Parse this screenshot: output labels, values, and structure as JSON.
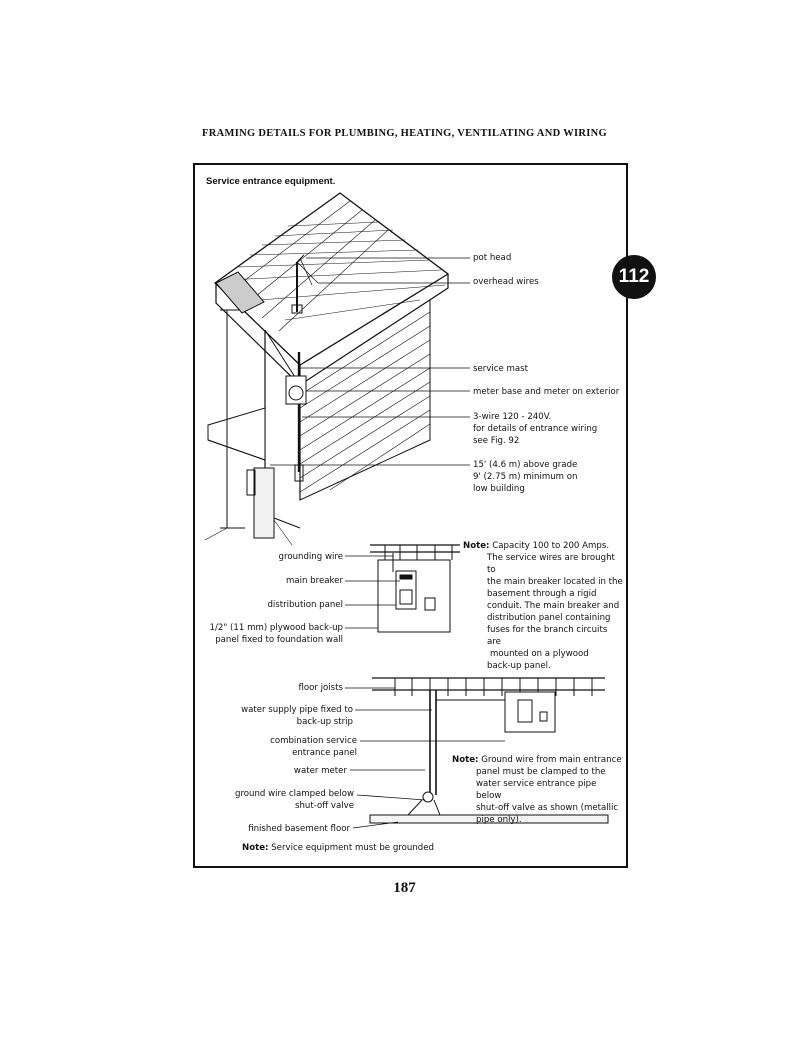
{
  "header": "FRAMING DETAILS FOR PLUMBING, HEATING, VENTILATING AND WIRING",
  "figure": {
    "title": "Service entrance equipment.",
    "number": "112"
  },
  "labels": {
    "pot_head": "pot head",
    "overhead_wires": "overhead wires",
    "service_mast": "service mast",
    "meter_base": "meter base and meter on exterior",
    "three_wire": [
      "3-wire 120 - 240V.",
      "for details of entrance wiring",
      "see Fig. 92"
    ],
    "height": [
      "15' (4.6 m) above grade",
      "9' (2.75 m) minimum on",
      "low building"
    ],
    "grounding_wire": "grounding wire",
    "main_breaker": "main breaker",
    "distribution_panel": "distribution panel",
    "plywood": [
      "1/2\" (11 mm) plywood back-up",
      "panel fixed to foundation wall"
    ],
    "floor_joists": "floor joists",
    "water_supply": [
      "water supply pipe fixed to",
      "back-up strip"
    ],
    "combination_panel": [
      "combination service",
      "entrance panel"
    ],
    "water_meter": "water meter",
    "ground_wire_clamped": [
      "ground wire clamped below",
      "shut-off valve"
    ],
    "finished_floor": "finished basement floor"
  },
  "notes": {
    "capacity": {
      "prefix": "Note:",
      "first": "Capacity 100 to 200 Amps.",
      "lines": [
        "The service wires are brought to",
        "the main breaker located in the",
        "basement through a rigid",
        "conduit. The main breaker and",
        "distribution panel containing",
        "fuses for the branch circuits are",
        "mounted on a plywood",
        "back-up panel."
      ]
    },
    "ground": {
      "prefix": "Note:",
      "first": "Ground wire from main entrance",
      "lines": [
        "panel must be clamped to the",
        "water service entrance pipe below",
        "shut-off valve as shown (metallic",
        "pipe only)."
      ]
    },
    "service": {
      "prefix": "Note:",
      "text": "Service equipment must be grounded"
    }
  },
  "page_number": "187"
}
